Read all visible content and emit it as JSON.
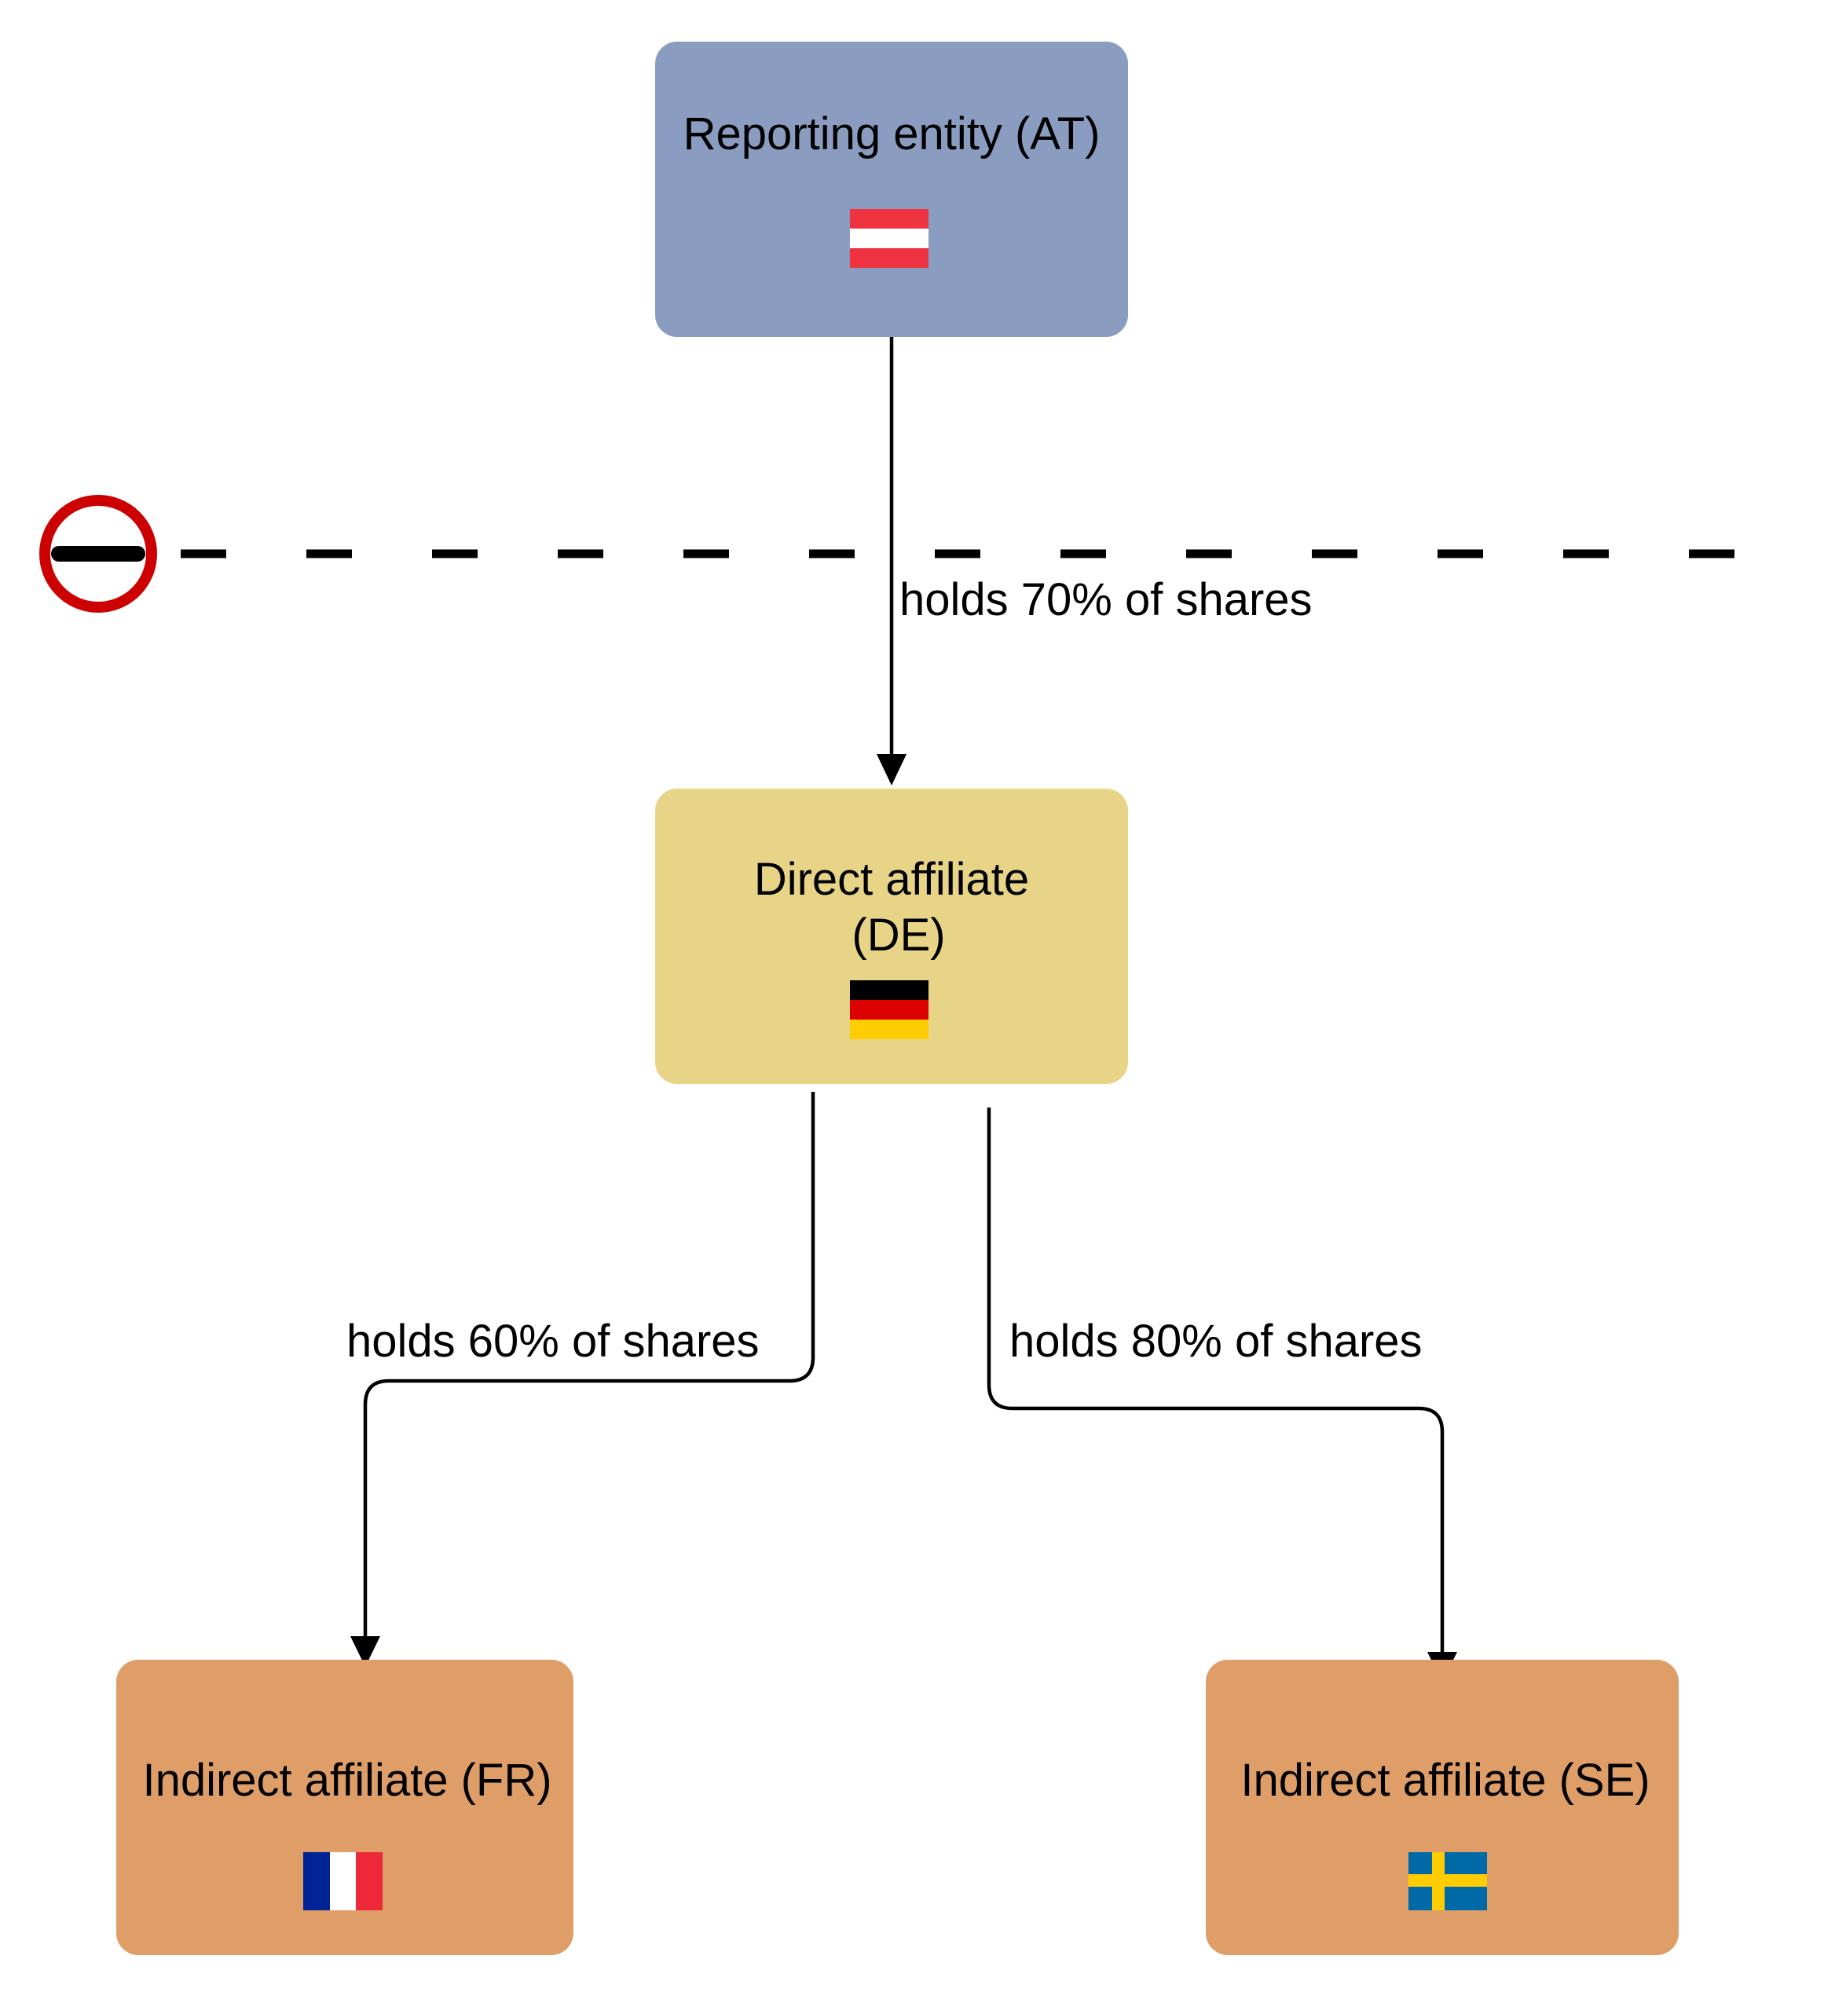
{
  "nodes": {
    "reporting_entity": {
      "label": "Reporting entity (AT)",
      "fill": "#8a9dc0",
      "flag": "austria-flag-icon"
    },
    "direct_affiliate": {
      "label_line1": "Direct affiliate",
      "label_line2": "(DE)",
      "fill": "#e8d487",
      "flag": "germany-flag-icon"
    },
    "indirect_affiliate_fr": {
      "label": "Indirect affiliate (FR)",
      "fill": "#df9e68",
      "flag": "france-flag-icon"
    },
    "indirect_affiliate_se": {
      "label": "Indirect affiliate (SE)",
      "fill": "#df9e68",
      "flag": "sweden-flag-icon"
    }
  },
  "edges": {
    "at_to_de": {
      "label": "holds 70% of shares"
    },
    "de_to_fr": {
      "label": "holds 60% of shares"
    },
    "de_to_se": {
      "label": "holds 80% of shares"
    }
  },
  "boundary": {
    "icon": "no-entry-icon",
    "style": "dashed",
    "icon_color": "#cc0000"
  },
  "flag_colors": {
    "austria": [
      "#ef3340",
      "#ffffff",
      "#ef3340"
    ],
    "germany": [
      "#000000",
      "#dd0000",
      "#ffce00"
    ],
    "france": [
      "#002395",
      "#ffffff",
      "#ed2939"
    ],
    "sweden": {
      "field": "#006aa7",
      "cross": "#fecc00"
    }
  }
}
